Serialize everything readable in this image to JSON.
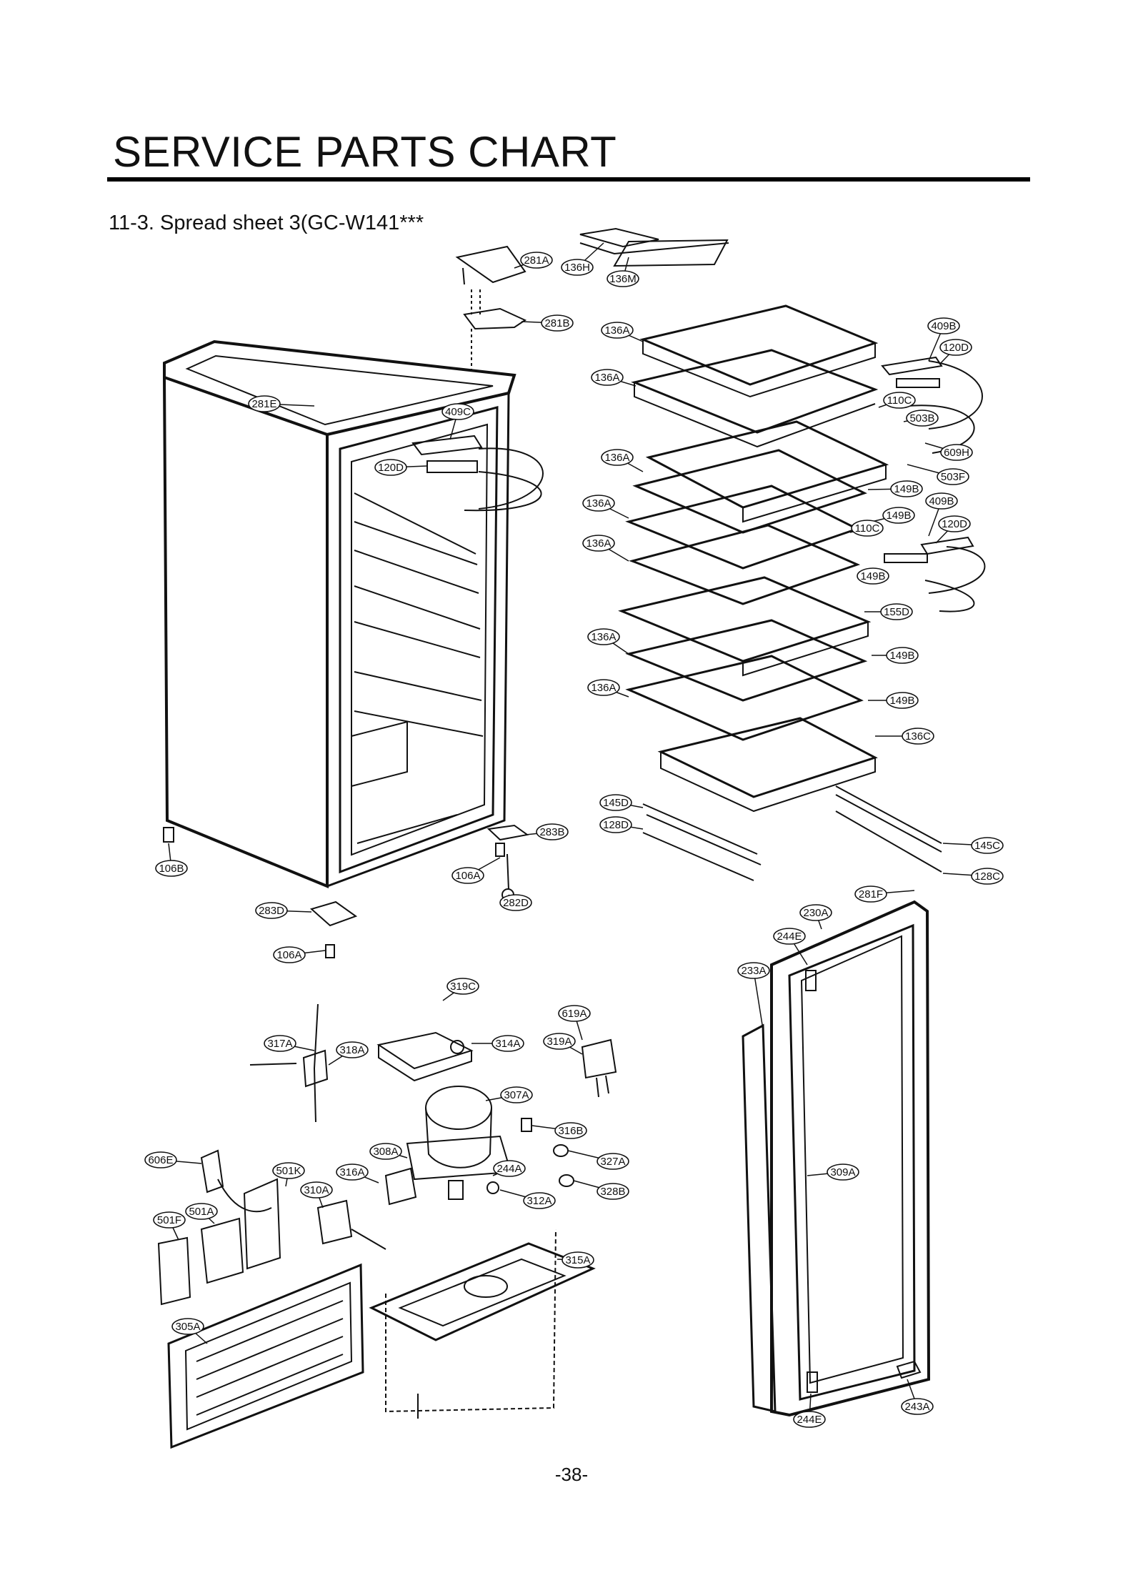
{
  "header": {
    "title": "SERVICE PARTS CHART",
    "subtitle": "11-3. Spread sheet 3(GC-W141***"
  },
  "footer": {
    "page_number": "-38-"
  },
  "callouts": [
    "281A",
    "136H",
    "136M",
    "281B",
    "136A",
    "409B",
    "120D",
    "136A",
    "110C",
    "281E",
    "409C",
    "503B",
    "120D",
    "136A",
    "609H",
    "503F",
    "149B",
    "136A",
    "409B",
    "149B",
    "120D",
    "110C",
    "136A",
    "149B",
    "155D",
    "136A",
    "149B",
    "136A",
    "149B",
    "136C",
    "145D",
    "128D",
    "283B",
    "145C",
    "106B",
    "106A",
    "128C",
    "282D",
    "281F",
    "230A",
    "283D",
    "244E",
    "106A",
    "233A",
    "319C",
    "619A",
    "317A",
    "318A",
    "314A",
    "319A",
    "307A",
    "316B",
    "308A",
    "327A",
    "606E",
    "501K",
    "309A",
    "316A",
    "244A",
    "310A",
    "328B",
    "312A",
    "501A",
    "501F",
    "315A",
    "305A",
    "243A",
    "244E"
  ]
}
